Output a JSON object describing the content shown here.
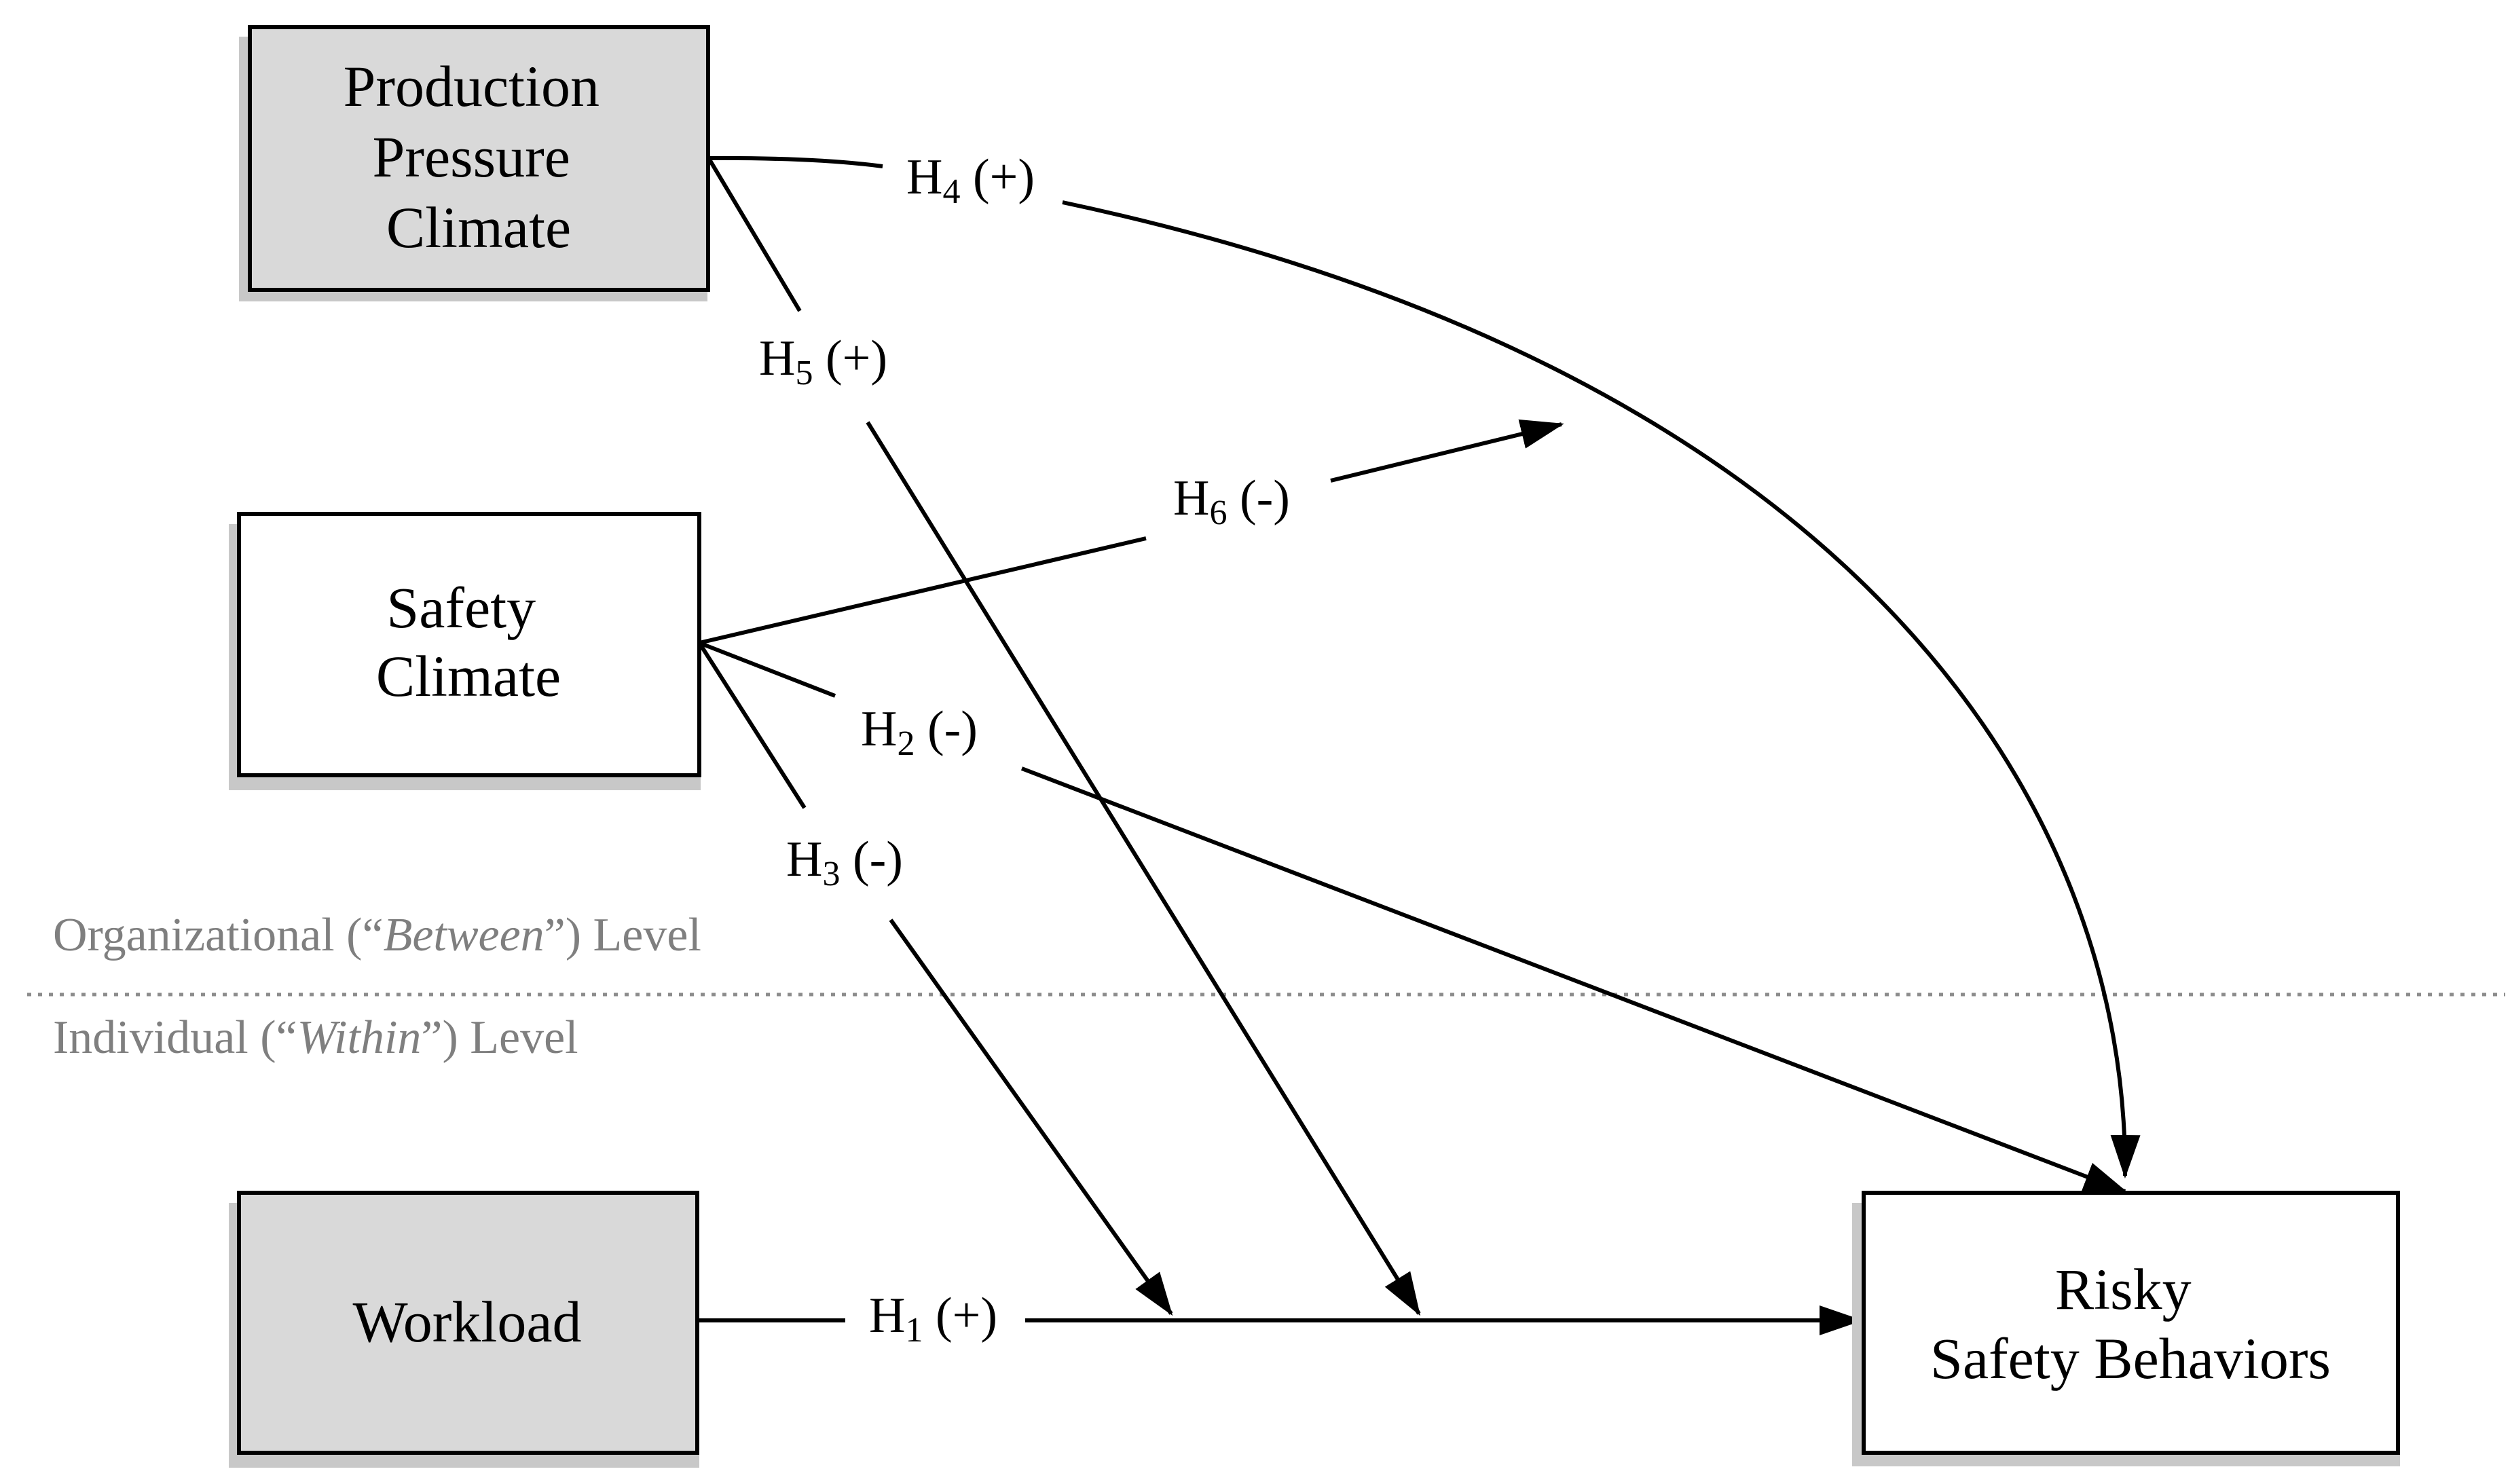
{
  "colors": {
    "shaded_box_fill": "#d9d9d9",
    "plain_box_fill": "#ffffff",
    "box_border": "#000000",
    "box_shadow": "#c8c8c8",
    "level_text": "#7f7f7f",
    "divider": "#8c8c8c",
    "lines": "#000000"
  },
  "boxes": {
    "production_pressure": {
      "lines": [
        "Production",
        "Pressure",
        "Climate"
      ],
      "shaded": true
    },
    "safety_climate": {
      "lines": [
        "Safety",
        "Climate"
      ],
      "shaded": false
    },
    "workload": {
      "lines": [
        "Workload"
      ],
      "shaded": true
    },
    "risky_behaviors": {
      "lines": [
        "Risky",
        "Safety Behaviors"
      ],
      "shaded": false
    }
  },
  "hypotheses": {
    "h1": {
      "letter": "H",
      "sub": "1",
      "sign": " (+)"
    },
    "h2": {
      "letter": "H",
      "sub": "2",
      "sign": " (-)"
    },
    "h3": {
      "letter": "H",
      "sub": "3",
      "sign": " (-)"
    },
    "h4": {
      "letter": "H",
      "sub": "4",
      "sign": " (+)"
    },
    "h5": {
      "letter": "H",
      "sub": "5",
      "sign": " (+)"
    },
    "h6": {
      "letter": "H",
      "sub": "6",
      "sign": " (-)"
    }
  },
  "levels": {
    "between": {
      "prefix": "Organizational (“",
      "italic": "Between",
      "suffix": "”) Level"
    },
    "within": {
      "prefix": "Individual (“",
      "italic": "Within",
      "suffix": "”) Level"
    }
  }
}
